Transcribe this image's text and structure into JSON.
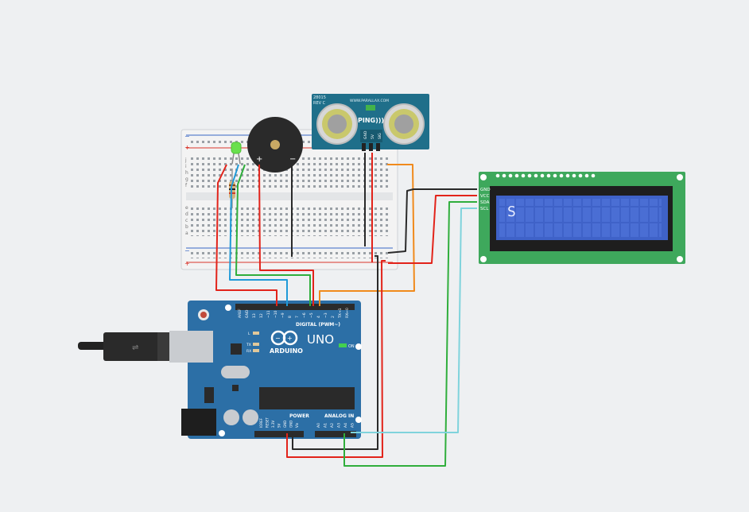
{
  "arduino": {
    "brand": "ARDUINO",
    "model": "UNO",
    "on_label": "ON",
    "digital_label": "DIGITAL (PWM~)",
    "power_label": "POWER",
    "analog_label": "ANALOG IN",
    "led_labels": [
      "L",
      "TX",
      "RX"
    ],
    "digital_pins": [
      "AREF",
      "GND",
      "13",
      "12",
      "~11",
      "~10",
      "~9",
      "8",
      "7",
      "~6",
      "~5",
      "4",
      "~3",
      "2",
      "TX→1",
      "RX←0"
    ],
    "power_pins": [
      "IOREF",
      "RESET",
      "3.3V",
      "5V",
      "GND",
      "GND",
      "Vin"
    ],
    "analog_pins": [
      "A0",
      "A1",
      "A2",
      "A3",
      "A4",
      "A5"
    ],
    "colors": {
      "board": "#2c6fa6",
      "header": "#2b2b2b"
    }
  },
  "ping_sensor": {
    "label": "PING)))",
    "url": "WWW.PARALLAX.COM",
    "part": "28015",
    "rev": "REV C",
    "pins": [
      "GND",
      "5V",
      "SIG"
    ],
    "color": "#1f6f8a"
  },
  "lcd": {
    "display_text": "S",
    "pins": [
      "GND",
      "VCC",
      "SDA",
      "SCL"
    ],
    "colors": {
      "pcb": "#3ea85c",
      "screen": "#3f62c8"
    }
  },
  "breadboard": {
    "row_letters_top": [
      "j",
      "i",
      "h",
      "g",
      "f"
    ],
    "row_letters_bottom": [
      "e",
      "d",
      "c",
      "b",
      "a"
    ]
  },
  "wire_colors": {
    "red": "#e2231a",
    "black": "#2a2a2a",
    "blue": "#1f9ad8",
    "green": "#2fae3c",
    "orange": "#f08a1c",
    "cyan": "#7fd3dc"
  }
}
